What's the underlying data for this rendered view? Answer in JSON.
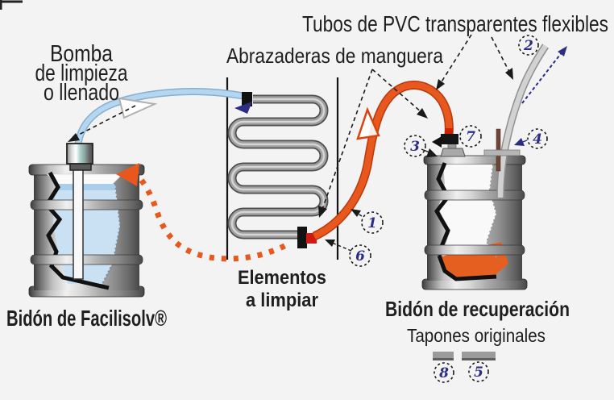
{
  "colors": {
    "background": "#f3f3f4",
    "orange_tube": "#e8571e",
    "blue_tube": "#aed2ee",
    "liquid_blue": "#c9e1f2",
    "liquid_orange": "#e55f20",
    "callout_number": "#2b2e83",
    "label_text": "#1f1f1f"
  },
  "labels": {
    "pump_line1": "Bomba",
    "pump_line2": "de limpieza",
    "pump_line3": "o llenado",
    "pvc_tubes": "Tubos de PVC transparentes flexibles",
    "hose_clamps": "Abrazaderas de manguera",
    "left_drum": "Bidón de Facilisolv®",
    "elements_line1": "Elementos",
    "elements_line2": "a limpiar",
    "right_drum": "Bidón de recuperación",
    "original_caps": "Tapones originales"
  },
  "callouts": {
    "c1": "1",
    "c2": "2",
    "c3": "3",
    "c4": "4",
    "c5": "5",
    "c6": "6",
    "c7": "7",
    "c8": "8"
  }
}
